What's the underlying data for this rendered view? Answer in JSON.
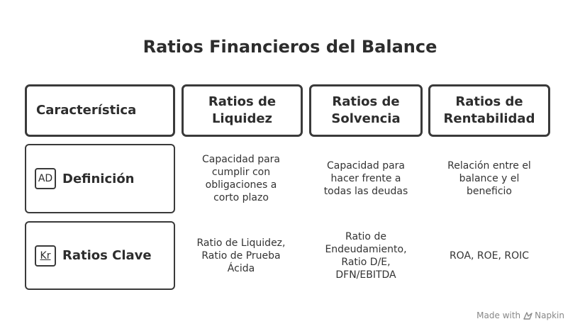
{
  "title": "Ratios Financieros del Balance",
  "header": {
    "feature": "Característica",
    "columns": [
      "Ratios de Liquidez",
      "Ratios de Solvencia",
      "Ratios de Rentabilidad"
    ]
  },
  "rows": [
    {
      "label": "Definición",
      "icon": "AD",
      "icon_name": "dictionary-icon",
      "cells": [
        "Capacidad para cumplir con obligaciones a corto plazo",
        "Capacidad para hacer frente a todas las deudas",
        "Relación entre el balance y el beneficio"
      ]
    },
    {
      "label": "Ratios Clave",
      "icon": "Kr",
      "icon_name": "key-ratio-icon",
      "cells": [
        "Ratio de Liquidez, Ratio de Prueba Ácida",
        "Ratio de Endeudamiento, Ratio D/E, DFN/EBITDA",
        "ROA, ROE, ROIC"
      ]
    }
  ],
  "footer": {
    "made_with": "Made with",
    "brand": "Napkin"
  }
}
